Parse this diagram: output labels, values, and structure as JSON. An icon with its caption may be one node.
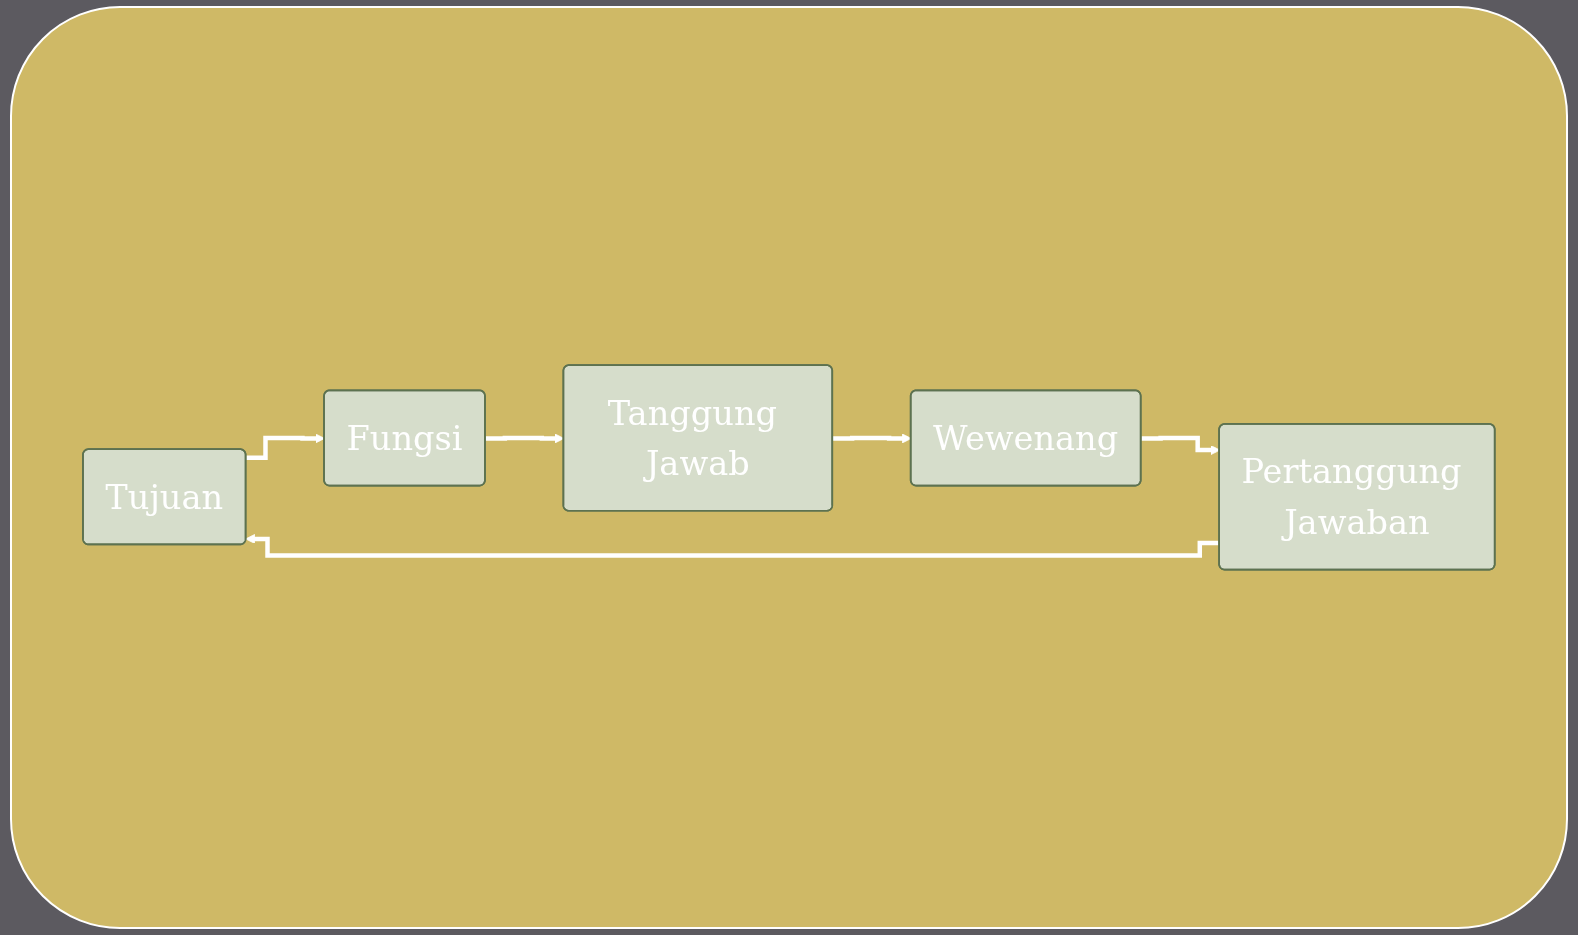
{
  "diagram": {
    "nodes": [
      {
        "text": [
          "Tujuan"
        ]
      },
      {
        "text": [
          "Fungsi"
        ]
      },
      {
        "text": [
          "Tanggung Jawab"
        ]
      },
      {
        "text": [
          "Wewenang"
        ]
      },
      {
        "text": [
          "Pertanggung Jawaban"
        ]
      }
    ],
    "edges": [
      {
        "from": 0,
        "to": 1,
        "arrow": "to"
      },
      {
        "from": 1,
        "to": 2,
        "arrow": "to"
      },
      {
        "from": 2,
        "to": 3,
        "arrow": "to"
      },
      {
        "from": 3,
        "to": 4,
        "arrow": "to"
      },
      {
        "from": 4,
        "to": 0,
        "arrow": "to"
      }
    ]
  }
}
